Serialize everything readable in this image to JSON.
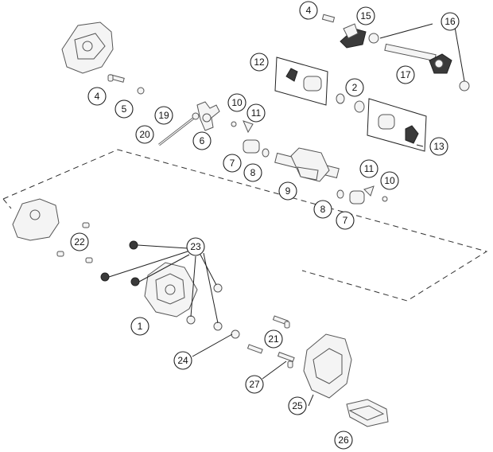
{
  "diagram": {
    "callouts": [
      {
        "id": "c4a",
        "label": "4"
      },
      {
        "id": "c15",
        "label": "15"
      },
      {
        "id": "c16",
        "label": "16"
      },
      {
        "id": "c12",
        "label": "12"
      },
      {
        "id": "c17",
        "label": "17"
      },
      {
        "id": "c4b",
        "label": "4"
      },
      {
        "id": "c5",
        "label": "5"
      },
      {
        "id": "c2",
        "label": "2"
      },
      {
        "id": "c10a",
        "label": "10"
      },
      {
        "id": "c11a",
        "label": "11"
      },
      {
        "id": "c19",
        "label": "19"
      },
      {
        "id": "c13",
        "label": "13"
      },
      {
        "id": "c20",
        "label": "20"
      },
      {
        "id": "c6",
        "label": "6"
      },
      {
        "id": "c7a",
        "label": "7"
      },
      {
        "id": "c8a",
        "label": "8"
      },
      {
        "id": "c9",
        "label": "9"
      },
      {
        "id": "c11b",
        "label": "11"
      },
      {
        "id": "c10b",
        "label": "10"
      },
      {
        "id": "c8b",
        "label": "8"
      },
      {
        "id": "c7b",
        "label": "7"
      },
      {
        "id": "c22",
        "label": "22"
      },
      {
        "id": "c23",
        "label": "23"
      },
      {
        "id": "c1",
        "label": "1"
      },
      {
        "id": "c21",
        "label": "21"
      },
      {
        "id": "c24",
        "label": "24"
      },
      {
        "id": "c27",
        "label": "27"
      },
      {
        "id": "c25",
        "label": "25"
      },
      {
        "id": "c26",
        "label": "26"
      }
    ]
  }
}
